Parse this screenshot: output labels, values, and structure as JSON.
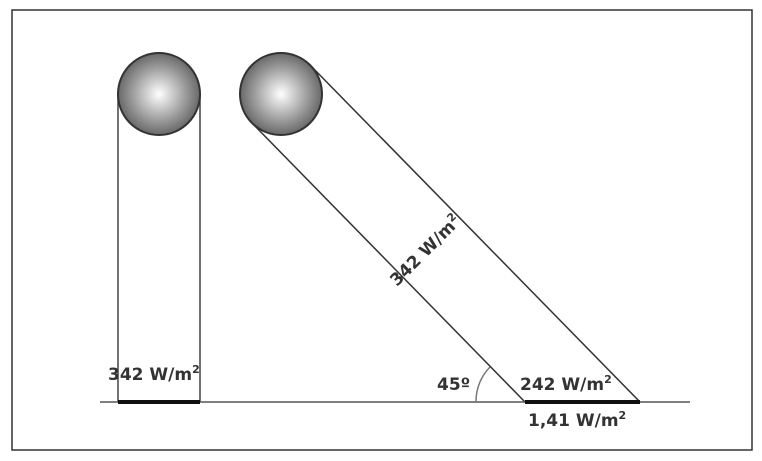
{
  "labels": {
    "vertical_intensity": "342 W/m",
    "incident_intensity": "342 W/m",
    "surface_intensity": "242 W/m",
    "area_factor": "1,41 W/m",
    "superscript": "2",
    "angle": "45º"
  },
  "colors": {
    "line": "#2a2a2a",
    "frame": "#333333",
    "sphere_dark": "#555555",
    "sphere_light": "#ffffff"
  }
}
